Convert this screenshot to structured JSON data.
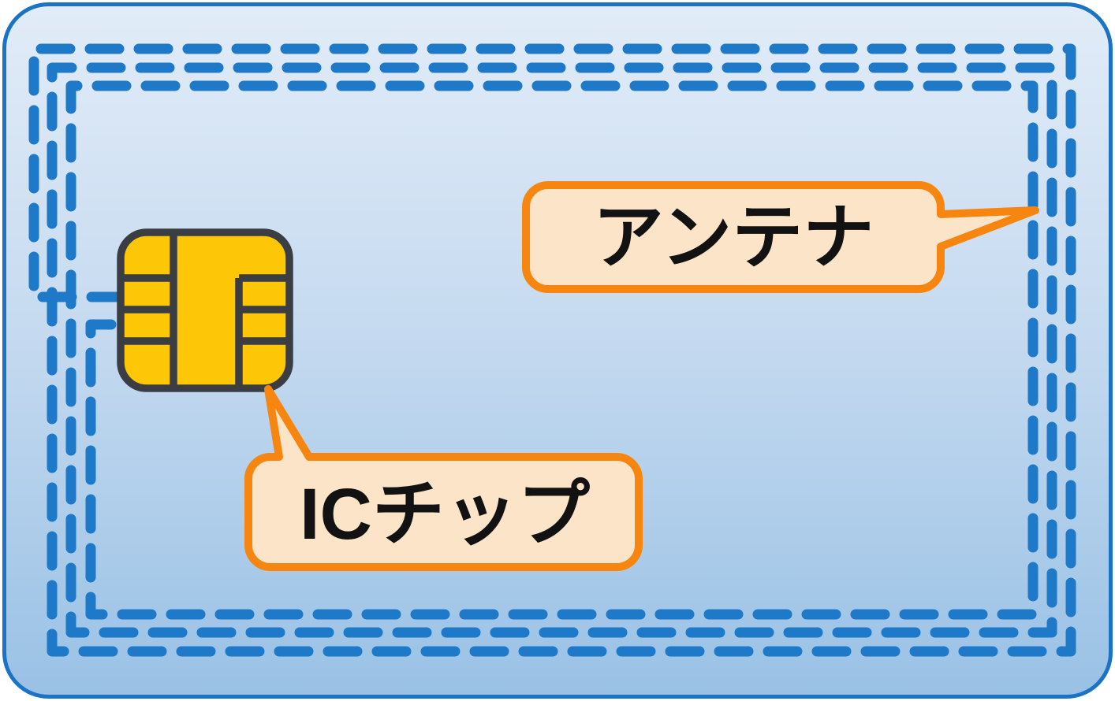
{
  "diagram": {
    "kind": "contactless-ic-card",
    "labels": {
      "antenna": {
        "text": "アンテナ"
      },
      "ic_chip": {
        "text": "ICチップ"
      }
    },
    "icons": {
      "ic_chip": "sim-chip-icon",
      "antenna": "antenna-coil-dashed-spiral"
    },
    "colors": {
      "page_bg": "#ffffff",
      "card_border": "#1b73c5",
      "card_bg_top": "#e2ecf8",
      "card_bg_mid": "#c7dbf0",
      "card_bg_bottom": "#99c1e5",
      "antenna_dash": "#1e79c9",
      "chip_fill": "#fdc708",
      "chip_stroke": "#3a3d42",
      "callout_fill": "#fce4c8",
      "callout_border": "#f6860f",
      "label_text": "#121212"
    }
  }
}
